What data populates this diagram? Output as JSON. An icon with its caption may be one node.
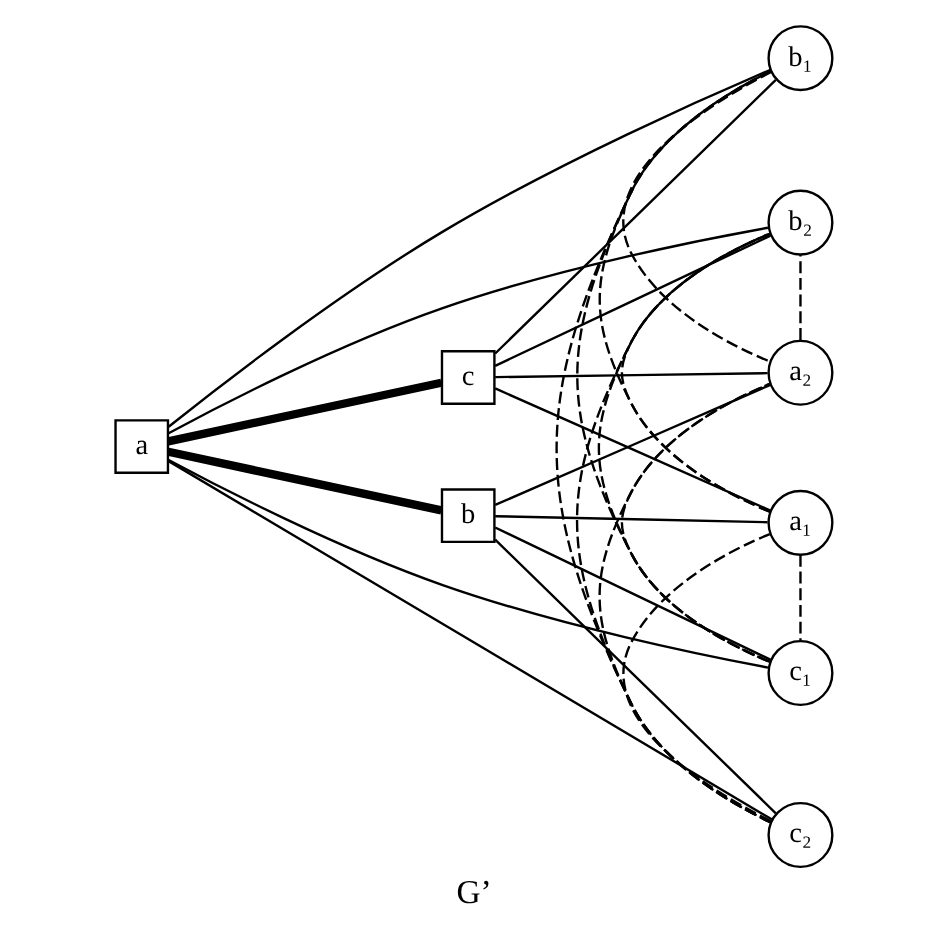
{
  "diagram": {
    "caption": "G’",
    "nodes": [
      {
        "text": [
          "b"
        ]
      },
      {
        "text": [
          "a"
        ]
      },
      {
        "text": [
          "c"
        ]
      },
      {
        "text": [
          "a₁"
        ]
      },
      {
        "text": [
          "b₁"
        ]
      },
      {
        "text": [
          "c₁"
        ]
      },
      {
        "text": [
          "a₂"
        ]
      },
      {
        "text": [
          "b₂"
        ]
      },
      {
        "text": [
          "c₂"
        ]
      }
    ],
    "edges": [
      {
        "from": 1,
        "to": 0,
        "arrow": "none",
        "style": "thick"
      },
      {
        "from": 1,
        "to": 2,
        "arrow": "none",
        "style": "thick"
      },
      {
        "from": 1,
        "to": 4,
        "arrow": "none"
      },
      {
        "from": 1,
        "to": 5,
        "arrow": "none"
      },
      {
        "from": 1,
        "to": 7,
        "arrow": "none"
      },
      {
        "from": 1,
        "to": 8,
        "arrow": "none"
      },
      {
        "from": 0,
        "to": 3,
        "arrow": "none"
      },
      {
        "from": 0,
        "to": 5,
        "arrow": "none"
      },
      {
        "from": 0,
        "to": 6,
        "arrow": "none"
      },
      {
        "from": 0,
        "to": 8,
        "arrow": "none"
      },
      {
        "from": 2,
        "to": 3,
        "arrow": "none"
      },
      {
        "from": 2,
        "to": 4,
        "arrow": "none"
      },
      {
        "from": 2,
        "to": 6,
        "arrow": "none"
      },
      {
        "from": 2,
        "to": 7,
        "arrow": "none"
      },
      {
        "from": 3,
        "to": 4,
        "arrow": "none",
        "style": "dashed"
      },
      {
        "from": 4,
        "to": 5,
        "arrow": "none",
        "style": "dashed"
      },
      {
        "from": 3,
        "to": 5,
        "arrow": "none",
        "style": "dashed"
      },
      {
        "from": 6,
        "to": 7,
        "arrow": "none",
        "style": "dashed"
      },
      {
        "from": 7,
        "to": 8,
        "arrow": "none",
        "style": "dashed"
      },
      {
        "from": 8,
        "to": 6,
        "arrow": "none",
        "style": "dashed"
      },
      {
        "from": 3,
        "to": 7,
        "arrow": "none",
        "style": "dashed"
      },
      {
        "from": 3,
        "to": 8,
        "arrow": "none",
        "style": "dashed"
      },
      {
        "from": 4,
        "to": 6,
        "arrow": "none",
        "style": "dashed"
      },
      {
        "from": 4,
        "to": 8,
        "arrow": "none",
        "style": "dashed"
      },
      {
        "from": 5,
        "to": 6,
        "arrow": "none",
        "style": "dashed"
      },
      {
        "from": 5,
        "to": 7,
        "arrow": "none",
        "style": "dashed"
      }
    ]
  }
}
